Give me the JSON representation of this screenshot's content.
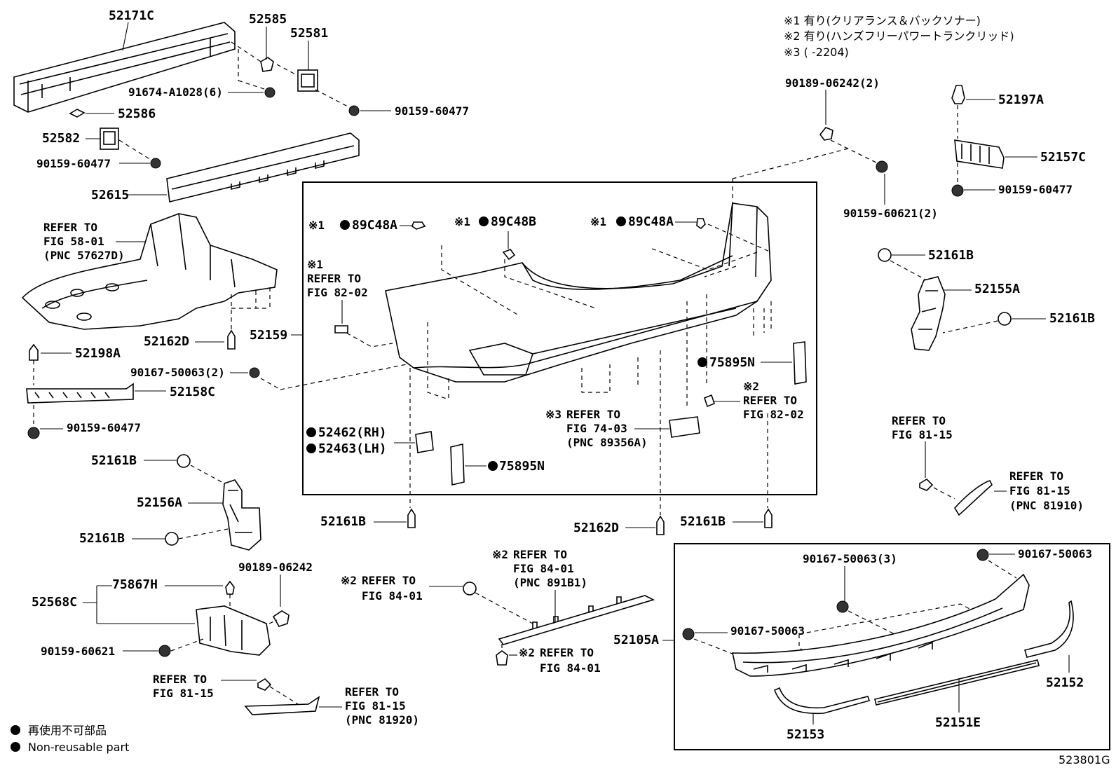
{
  "notes": {
    "n1": "※1  有り(クリアランス＆バックソナー)",
    "n2": "※2  有り(ハンズフリーパワートランクリッド)",
    "n3": "※3 (        -2204)"
  },
  "legend": {
    "jp": "再使用不可部品",
    "en": "Non-reusable part"
  },
  "figure_id": "523801G",
  "labels": {
    "p52171C": "52171C",
    "p52585": "52585",
    "p52581": "52581",
    "p91674": "91674-A1028(6)",
    "p90159_60477_a": "90159-60477",
    "p52586": "52586",
    "p52582": "52582",
    "p90159_60477_b": "90159-60477",
    "p52615": "52615",
    "ref58_1": "REFER TO",
    "ref58_2": "FIG 58-01",
    "ref58_3": "(PNC 57627D)",
    "p52162D_a": "52162D",
    "p52159": "52159",
    "p52198A": "52198A",
    "p90167_a": "90167-50063(2)",
    "p52158C": "52158C",
    "p90159_60477_c": "90159-60477",
    "p52161B_a": "52161B",
    "p52156A": "52156A",
    "p52161B_b": "52161B",
    "p75867H": "75867H",
    "p90189_a": "90189-06242",
    "p52568C": "52568C",
    "p90159_60621_a": "90159-60621",
    "ref8115a_1": "REFER TO",
    "ref8115a_2": "FIG 81-15",
    "ref81920_1": "REFER TO",
    "ref81920_2": "FIG 81-15",
    "ref81920_3": "(PNC 81920)",
    "p89C48A_a": "89C48A",
    "p89C48B": "89C48B",
    "p89C48A_b": "89C48A",
    "m1a": "※1",
    "m1b": "※1",
    "m1c": "※1",
    "m1d": "※1",
    "ref8202a_1": "REFER TO",
    "ref8202a_2": "FIG 82-02",
    "p75895N_a": "75895N",
    "m2a": "※2",
    "ref8202b_1": "REFER TO",
    "ref8202b_2": "FIG 82-02",
    "m3": "※3",
    "ref7403_1": "REFER TO",
    "ref7403_2": "FIG 74-03",
    "ref7403_3": "(PNC 89356A)",
    "p52462": "52462(RH)",
    "p52463": "52463(LH)",
    "p75895N_b": "75895N",
    "p52161B_c": "52161B",
    "p52162D_b": "52162D",
    "p52161B_d": "52161B",
    "m2b": "※2",
    "ref891B1_1": "REFER TO",
    "ref891B1_2": "FIG 84-01",
    "ref891B1_3": "(PNC 891B1)",
    "m2c": "※2",
    "ref8401a_1": "REFER TO",
    "ref8401a_2": "FIG 84-01",
    "m2d": "※2",
    "ref8401b_1": "REFER TO",
    "ref8401b_2": "FIG 84-01",
    "p90189_b": "90189-06242(2)",
    "p90159_60621_b": "90159-60621(2)",
    "p52197A": "52197A",
    "p52157C": "52157C",
    "p90159_60477_d": "90159-60477",
    "p52161B_e": "52161B",
    "p52155A": "52155A",
    "p52161B_f": "52161B",
    "ref8115b_1": "REFER TO",
    "ref8115b_2": "FIG 81-15",
    "ref81910_1": "REFER TO",
    "ref81910_2": "FIG 81-15",
    "ref81910_3": "(PNC 81910)",
    "p90167_b": "90167-50063(3)",
    "p90167_c": "90167-50063",
    "p52105A": "52105A",
    "p90167_d": "90167-50063",
    "p52152": "52152",
    "p52153": "52153",
    "p52151E": "52151E"
  }
}
